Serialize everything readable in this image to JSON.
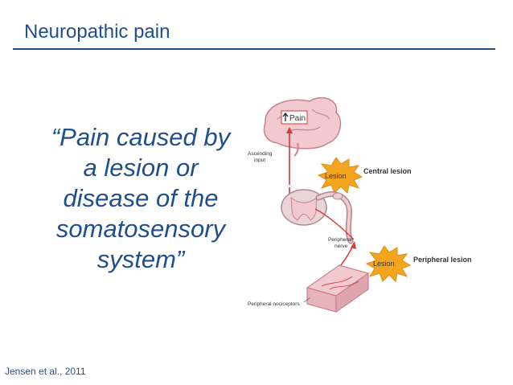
{
  "slide": {
    "title": "Neuropathic pain",
    "quote_lines": [
      "“Pain caused by",
      "a lesion or",
      "disease of the",
      "somatosensory",
      "system”"
    ],
    "citation": "Jensen et al., 2011"
  },
  "diagram": {
    "brain_label": "Pain",
    "ascending_label_1": "Ascending",
    "ascending_label_2": "input",
    "central_burst": "Lesion",
    "central_label": "Central lesion",
    "nerve_label_1": "Peripheral",
    "nerve_label_2": "nerve",
    "peripheral_burst": "Lesion",
    "peripheral_label": "Peripheral lesion",
    "nociceptor_label": "Peripheral nociceptors",
    "colors": {
      "pathway": "#d23a3a",
      "burst": "#f4a51f",
      "tissue": "#f2c9cf",
      "title": "#1f4e8c"
    }
  }
}
